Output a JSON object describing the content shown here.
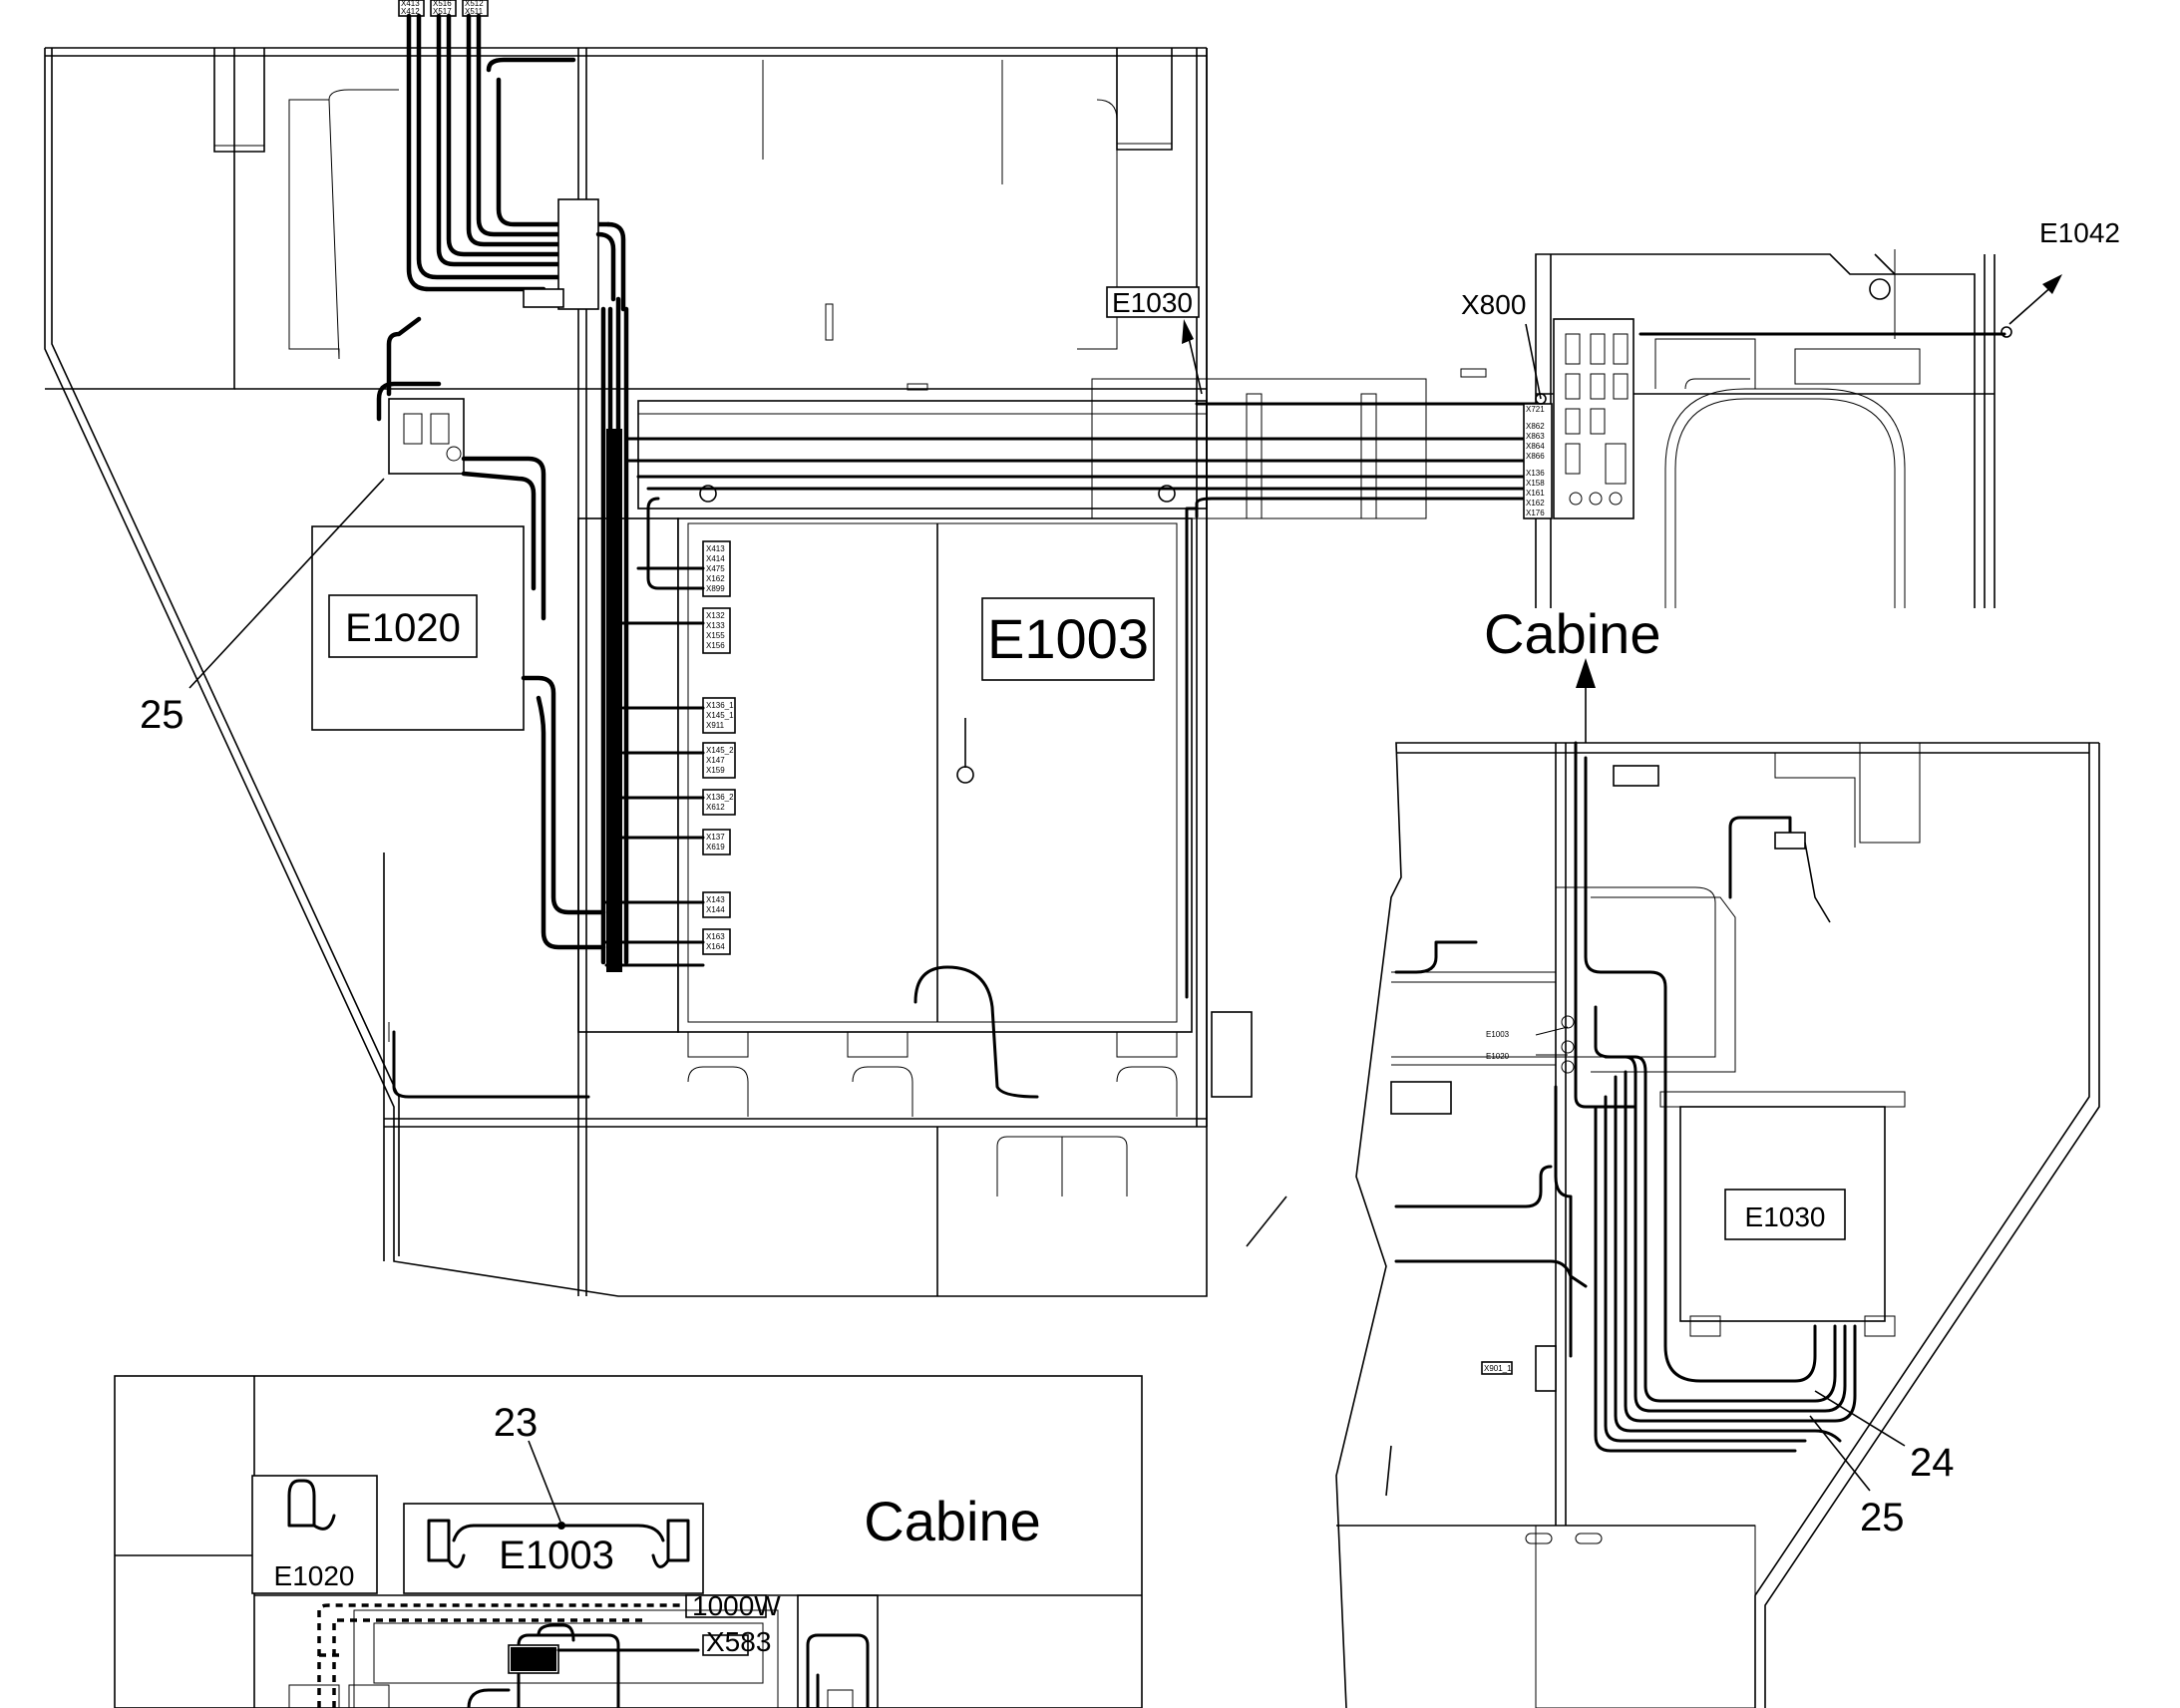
{
  "labels": {
    "e1020_main": "E1020",
    "e1003_main": "E1003",
    "e1030_callout": "E1030",
    "x800": "X800",
    "e1042": "E1042",
    "cabine_right": "Cabine",
    "e1030_box": "E1030",
    "e1003_small": "E1003",
    "e1020_small": "E1020",
    "num_25_left": "25",
    "num_24": "24",
    "num_25_right": "25",
    "num_23": "23",
    "e1020_inset": "E1020",
    "e1003_inset": "E1003",
    "cabine_inset": "Cabine",
    "w1000": "1000W",
    "x583": "X583",
    "x901": "X901_1"
  },
  "top_connectors": [
    [
      "X413",
      "X412"
    ],
    [
      "X516",
      "X517"
    ],
    [
      "X512",
      "X511"
    ]
  ],
  "right_connector_strip": [
    "X721",
    "X862",
    "X863",
    "X864",
    "X866",
    "X136",
    "X158",
    "X161",
    "X162",
    "X176"
  ],
  "cabinet_connector_groups": [
    [
      "X413",
      "X414",
      "X475",
      "X162",
      "X899"
    ],
    [
      "X132",
      "X133",
      "X155",
      "X156"
    ],
    [
      "X136_1",
      "X145_1",
      "X911"
    ],
    [
      "X145_2",
      "X147",
      "X159"
    ],
    [
      "X136_2",
      "X612"
    ],
    [
      "X137",
      "X619"
    ],
    [
      "X143",
      "X144"
    ],
    [
      "X163",
      "X164"
    ]
  ]
}
